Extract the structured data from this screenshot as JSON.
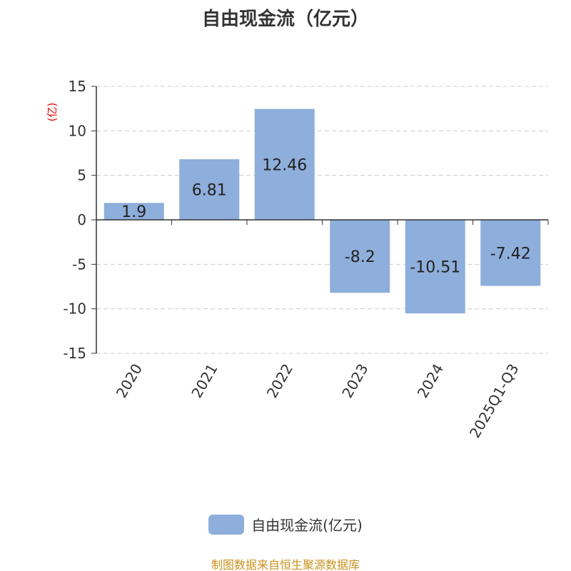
{
  "chart_data": {
    "type": "bar",
    "title": "自由现金流（亿元）",
    "ylabel": "(亿)",
    "xlabel": "",
    "categories": [
      "2020",
      "2021",
      "2022",
      "2023",
      "2024",
      "2025Q1-Q3"
    ],
    "series": [
      {
        "name": "自由现金流(亿元)",
        "values": [
          1.9,
          6.81,
          12.46,
          -8.2,
          -10.51,
          -7.42
        ]
      }
    ],
    "ylim": [
      -15,
      15
    ],
    "yticks": [
      15,
      10,
      5,
      0,
      -5,
      -10,
      -15
    ],
    "grid": true,
    "legend": "bottom-center",
    "color": "#8eaedb"
  },
  "footer": "制图数据来自恒生聚源数据库"
}
